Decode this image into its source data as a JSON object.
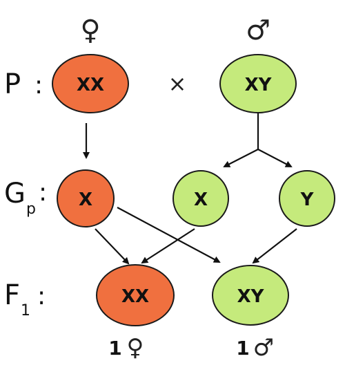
{
  "colors": {
    "female_fill": "#f0703f",
    "male_fill": "#c5ea7c",
    "outline": "#1a1a1a",
    "line": "#111111"
  },
  "parents": {
    "female_symbol": "♀",
    "male_symbol": "♂",
    "row_label": "P",
    "cross_symbol": "×",
    "female": "XX",
    "male": "XY"
  },
  "gametes": {
    "row_label": "G",
    "row_label_subscript": "p",
    "female_x": "X",
    "male_x": "X",
    "male_y": "Y"
  },
  "offspring": {
    "row_label": "F",
    "row_label_subscript": "1",
    "female": "XX",
    "male": "XY",
    "female_ratio": "1",
    "female_ratio_symbol": "♀",
    "male_ratio": "1",
    "male_ratio_symbol": "♂"
  },
  "colon": ":"
}
